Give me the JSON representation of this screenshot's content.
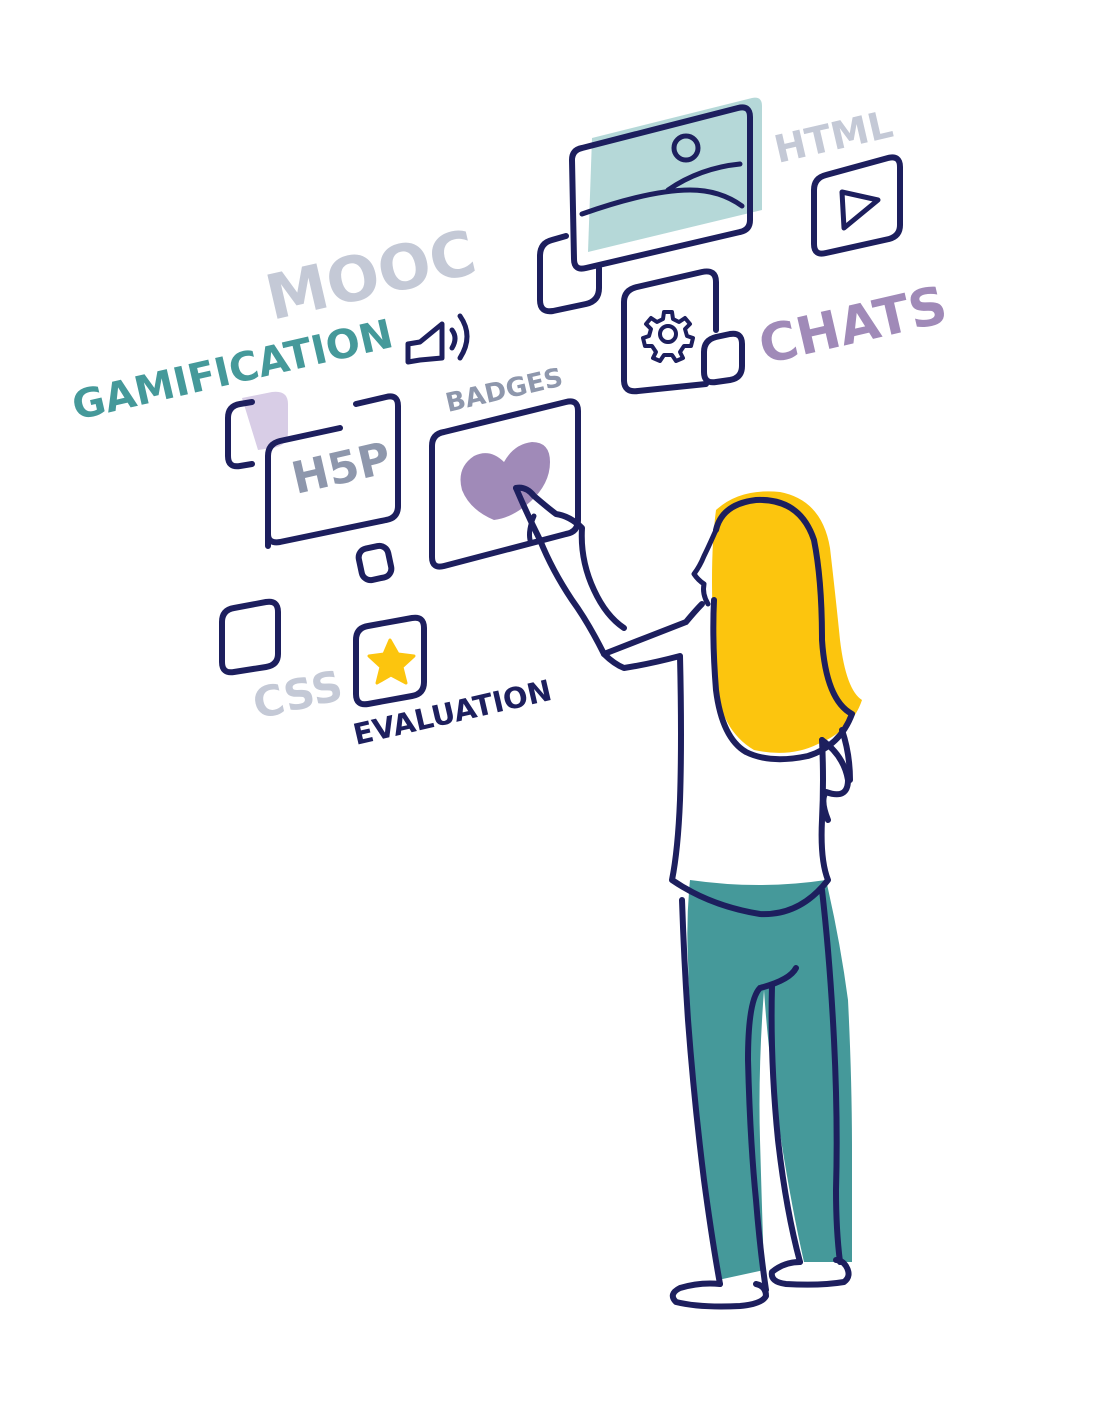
{
  "labels": {
    "mooc": "MOOC",
    "gamification": "GAMIFICATION",
    "html": "HTML",
    "chats": "CHATS",
    "badges": "BADGES",
    "h5p": "H5P",
    "css": "CSS",
    "evaluation": "EVALUATION"
  },
  "icons": [
    "image-icon",
    "play-icon",
    "speaker-icon",
    "gear-icon",
    "heart-icon",
    "star-icon"
  ],
  "colors": {
    "outline": "#1d1f5e",
    "teal": "#45999a",
    "teal_light": "#b5d8d8",
    "purple": "#a08ab8",
    "purple_light": "#d8cde6",
    "yellow": "#fcc50e",
    "grey_label": "#c4c9d6",
    "slate_label": "#8e97ac"
  }
}
